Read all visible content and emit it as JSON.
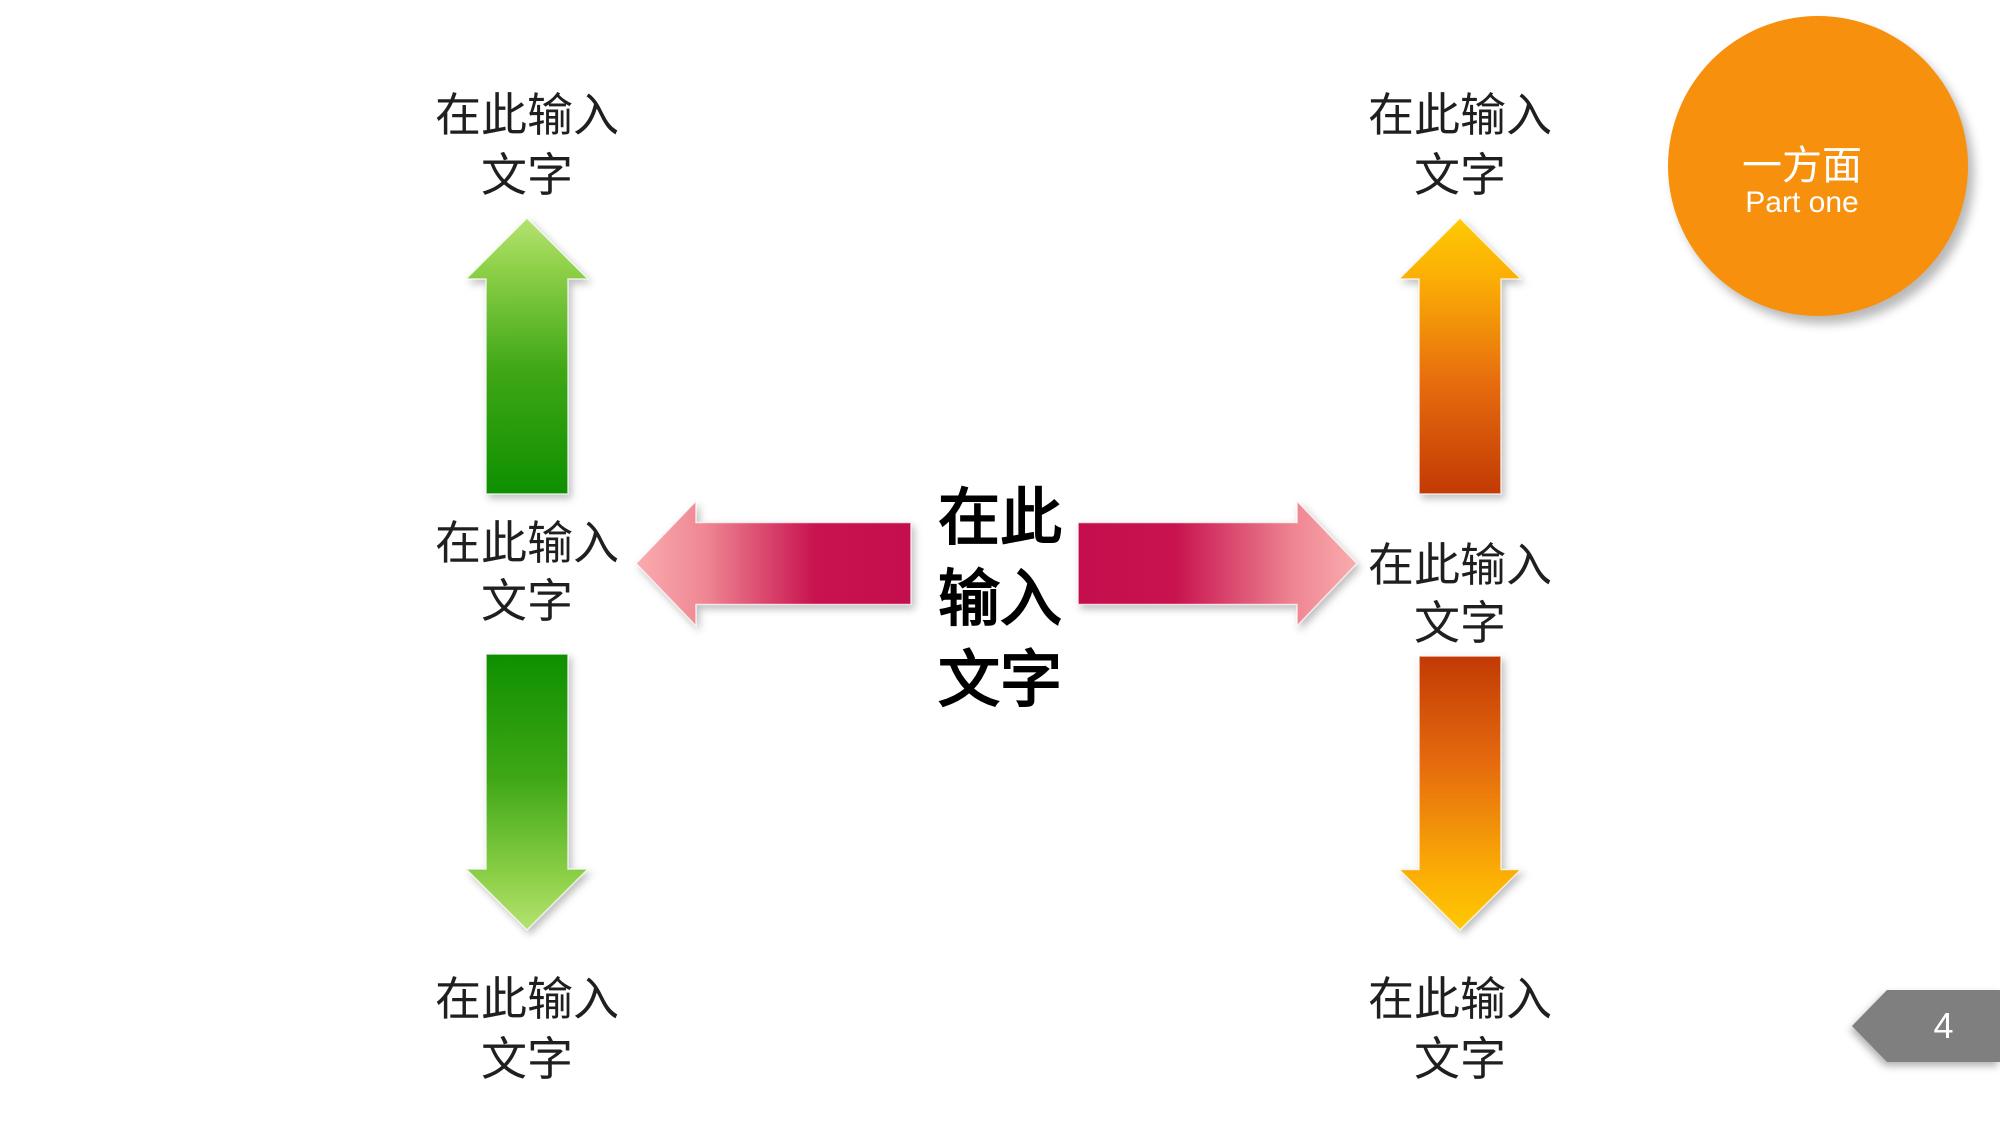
{
  "slide": {
    "background_color": "#FFFFFF",
    "page_number": "4",
    "part_badge": {
      "title": "一方面",
      "subtitle": "Part one",
      "color": "#F7900D"
    },
    "center_title": {
      "text": "在此\n输入\n文字"
    },
    "labels": {
      "left_top": "在此输入\n文字",
      "left_middle": "在此输入\n文字",
      "left_bottom": "在此输入\n文字",
      "right_top": "在此输入\n文字",
      "right_middle": "在此输入\n文字",
      "right_bottom": "在此输入\n文字"
    },
    "colors": {
      "green_light": "#B5E272",
      "green_dark": "#0E8F00",
      "orange_light": "#FFC903",
      "orange_dark": "#C23A05",
      "pink_light": "#F9ACAF",
      "pink_dark": "#C40E4E",
      "banner_gray": "#7F7F7F",
      "text_dark": "#1F1F1F"
    }
  }
}
